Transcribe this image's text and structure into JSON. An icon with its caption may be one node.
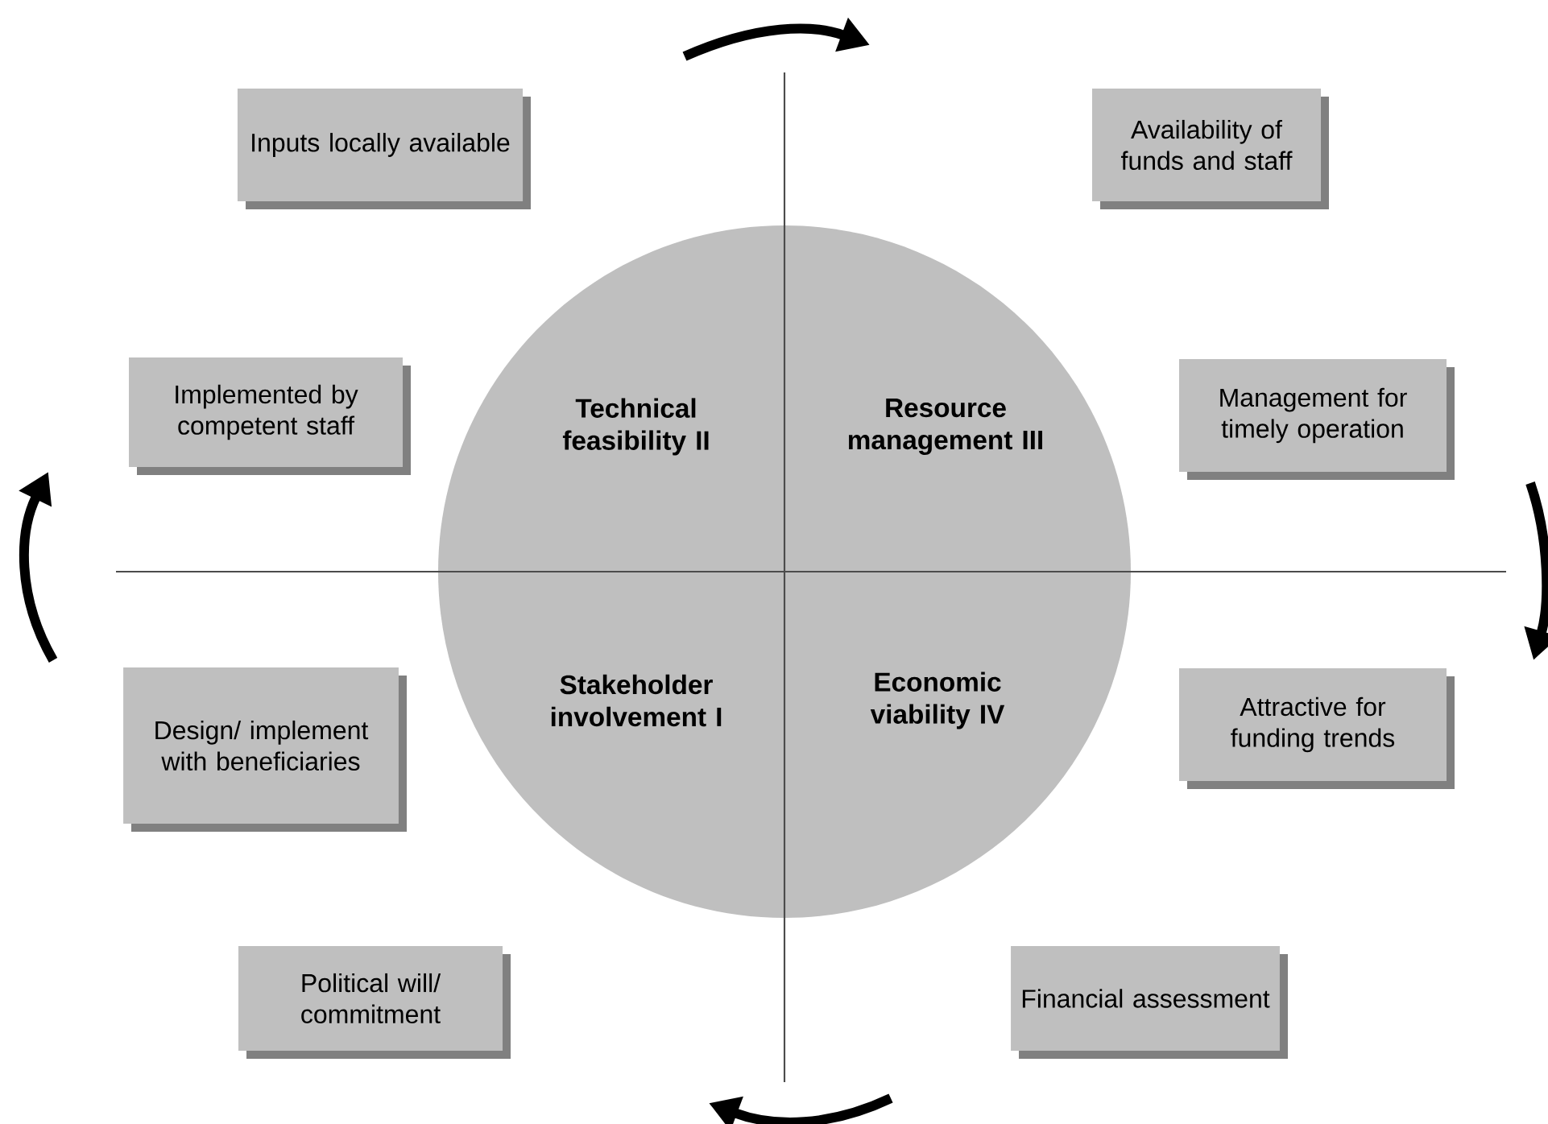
{
  "diagram": {
    "nodes": [
      {
        "text": [
          "Inputs locally available"
        ]
      },
      {
        "text": [
          "Availability of funds and staff"
        ]
      },
      {
        "text": [
          "Implemented by competent staff"
        ]
      },
      {
        "text": [
          "Technical feasibility II"
        ]
      },
      {
        "text": [
          "Resource management III"
        ]
      },
      {
        "text": [
          "Management for timely operation"
        ]
      },
      {
        "text": [
          "Design/ implement with beneficiaries"
        ]
      },
      {
        "text": [
          "Stakeholder involvement I"
        ]
      },
      {
        "text": [
          "Economic viability IV"
        ]
      },
      {
        "text": [
          "Attractive for funding trends"
        ]
      },
      {
        "text": [
          "Political will/ commitment"
        ]
      },
      {
        "text": [
          "Financial assessment"
        ]
      }
    ]
  }
}
